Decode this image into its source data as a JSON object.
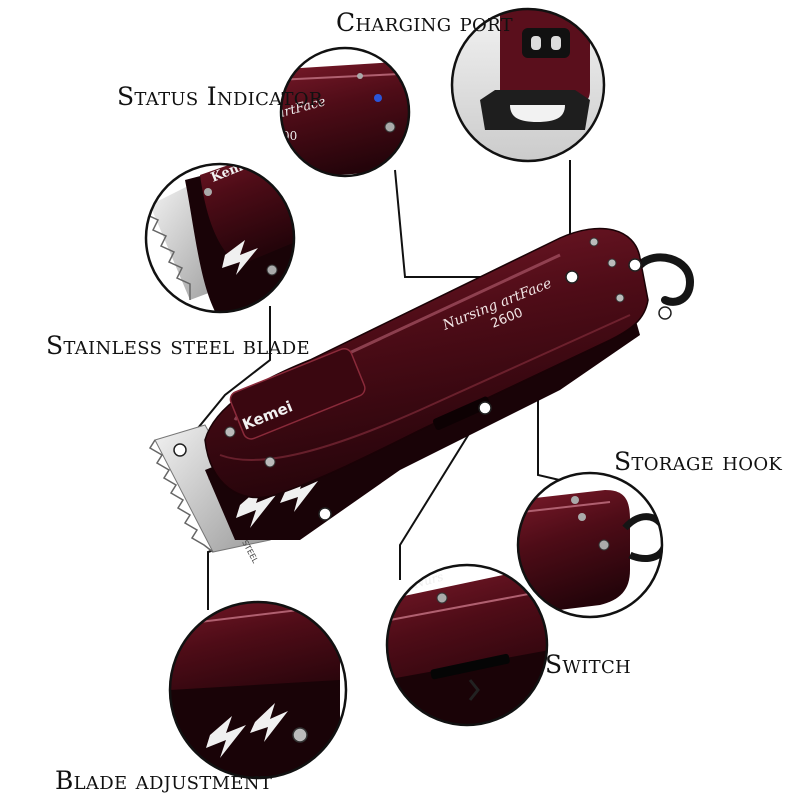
{
  "labels": {
    "charging_port": "Charging port",
    "status_indicator": "Status Indicator",
    "stainless_steel_blade": "Stainless steel blade",
    "storage_hook": "Storage hook",
    "switch": "Switch",
    "blade_adjustment": "Blade adjustment"
  },
  "product": {
    "brand": "Kemei",
    "script_text": "Nursing artFace",
    "model": "2600",
    "blade_engraving": "KEMEI STAINLESS STEEL"
  },
  "colors": {
    "body": "#5a0f1c",
    "body_dark": "#2a050b",
    "highlight": "#b06070",
    "blade": "#d8d8d8",
    "line": "#111111",
    "indicator": "#2a55d8"
  }
}
